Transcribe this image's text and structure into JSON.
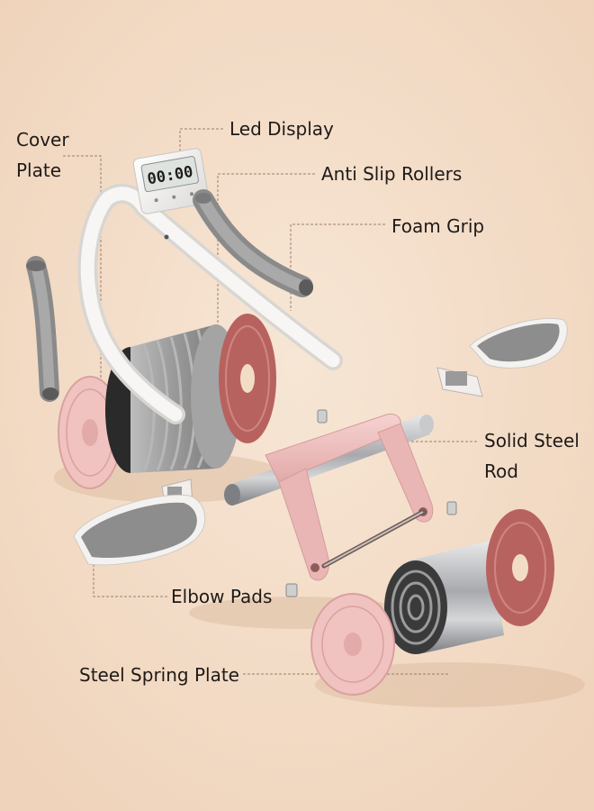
{
  "labels": {
    "cover_plate_line1": "Cover",
    "cover_plate_line2": "Plate",
    "led_display": "Led Display",
    "anti_slip_rollers": "Anti Slip Rollers",
    "foam_grip": "Foam Grip",
    "solid_steel_rod_line1": "Solid Steel",
    "solid_steel_rod_line2": "Rod",
    "elbow_pads": "Elbow Pads",
    "steel_spring_plate": "Steel Spring Plate"
  },
  "timer": {
    "display": "00:00"
  },
  "colors": {
    "background": "#f3dcc6",
    "pink_plastic": "#f2c4c4",
    "red_plate": "#b8625f",
    "gray_rubber": "#8f8f8f",
    "white_frame": "#f4f3f1",
    "leader_line": "#9c7e6c"
  }
}
